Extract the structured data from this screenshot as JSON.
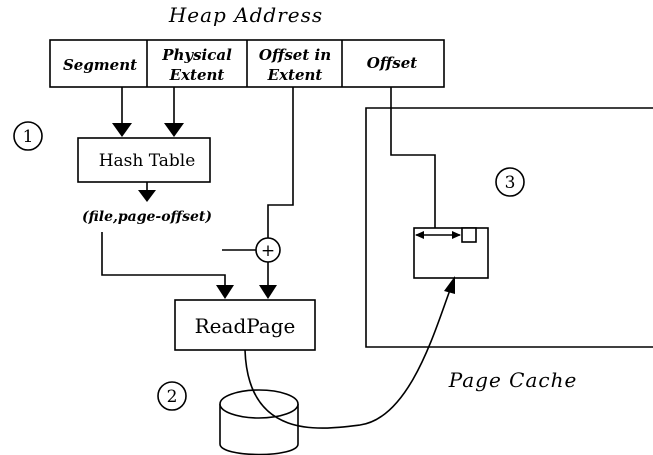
{
  "heap_address": {
    "title": "Heap Address",
    "fields": [
      {
        "line1": "Segment",
        "line2": ""
      },
      {
        "line1": "Physical",
        "line2": "Extent"
      },
      {
        "line1": "Offset in",
        "line2": "Extent"
      },
      {
        "line1": "Offset",
        "line2": ""
      }
    ]
  },
  "hash_table": {
    "label": "Hash Table"
  },
  "file_page_offset": {
    "label": "(file,page-offset)"
  },
  "adder": {
    "symbol": "+"
  },
  "read_page": {
    "label": "ReadPage"
  },
  "page_cache": {
    "label": "Page Cache"
  },
  "steps": {
    "one": "1",
    "two": "2",
    "three": "3"
  }
}
